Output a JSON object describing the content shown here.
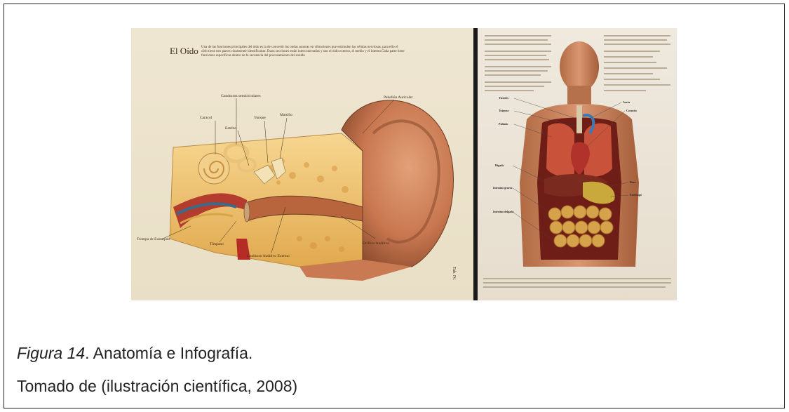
{
  "ear_plate": {
    "title": "El Oído",
    "description": "Una de las funciones principales del oído es la de convertir las ondas sonoras en vibraciones que estimulen las células nerviosas, para ello el oído tiene tres partes claramente identificadas. Estas secciones están interconectadas y son el oído externo, el medio y el interno.Cada parte tiene funciones específicas dentro de la secuencia del procesamiento del sonido",
    "labels": {
      "conductos": "Conductos semicirculares",
      "caracol": "Caracol",
      "yunque": "Yunque",
      "martillo": "Martillo",
      "estribo": "Estribo",
      "pabellon": "Pabellón Auricular",
      "trompa": "Trompa de Eustaquio",
      "timpano": "Tímpano",
      "conducto_externo": "Conducto Auditivo Externo",
      "orificio": "Orificio Auditivo"
    },
    "tab": "Tab. IV."
  },
  "body_plate": {
    "labels": {
      "tiroides": "Tiroides",
      "trÿquea": "Tráquea",
      "pulmon": "Pulmón",
      "aorta": "Aorta",
      "corazon": "Corazón",
      "higado": "Hígado",
      "intestino_grueso": "Intestino grueso",
      "intestino_delgado": "Intestino delgado",
      "bazo": "Bazo",
      "estomago": "Estómago"
    }
  },
  "caption": {
    "figure_label": "Figura 14",
    "figure_text": ". Anatomía e Infografía.",
    "source": "Tomado de (ilustración científica, 2008)"
  }
}
